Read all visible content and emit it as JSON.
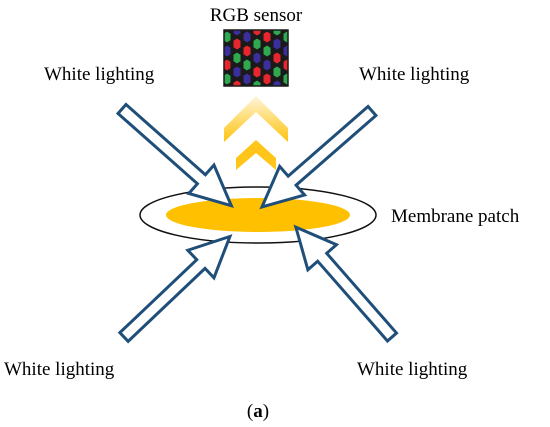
{
  "labels": {
    "sensor": "RGB sensor",
    "light_top_left": "White lighting",
    "light_top_right": "White lighting",
    "light_bottom_left": "White lighting",
    "light_bottom_right": "White lighting",
    "patch": "Membrane patch"
  },
  "caption": {
    "open": "(",
    "letter": "a",
    "close": ")"
  },
  "colors": {
    "arrow_outline": "#1f4e79",
    "patch_fill": "#ffc000",
    "sensor_red": "#e8262d",
    "sensor_green": "#2fa84f",
    "sensor_blue": "#3a2f9c",
    "sensor_border": "#1a1a1a",
    "chevron": "#ffc000"
  },
  "icons": {
    "sensor": "rgb-sensor-mosaic-icon",
    "lighting": "white-arrow-icon",
    "reflection": "upward-chevron-icon"
  }
}
